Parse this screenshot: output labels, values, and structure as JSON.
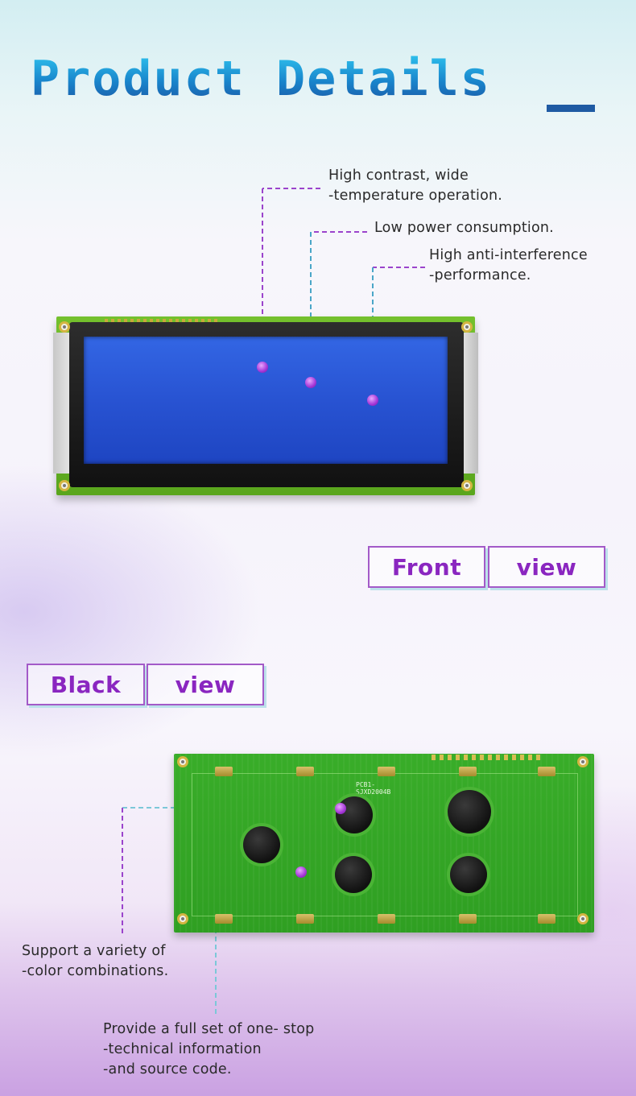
{
  "header": {
    "title": "Product Details",
    "accent_color": "#1a82c8",
    "bar_color": "#1f5aa3"
  },
  "front": {
    "callouts": [
      {
        "line1": "High contrast, wide",
        "line2": "-temperature operation."
      },
      {
        "line1": "Low power consumption."
      },
      {
        "line1": "High anti-interference",
        "line2": "-performance."
      }
    ],
    "label_left": "Front",
    "label_right": "view"
  },
  "back": {
    "label_left": "Black",
    "label_right": "view",
    "pcb_text": "PCB1-SJXD2004B",
    "callouts": [
      {
        "line1": "Support a variety of",
        "line2": "-color combinations."
      },
      {
        "line1": "Provide a full set of one- stop",
        "line2": "-technical information",
        "line3": "-and source code."
      }
    ]
  },
  "colors": {
    "label_text": "#8a26c0",
    "screen_blue": "#2853d2",
    "pcb_green": "#5aa61d"
  }
}
